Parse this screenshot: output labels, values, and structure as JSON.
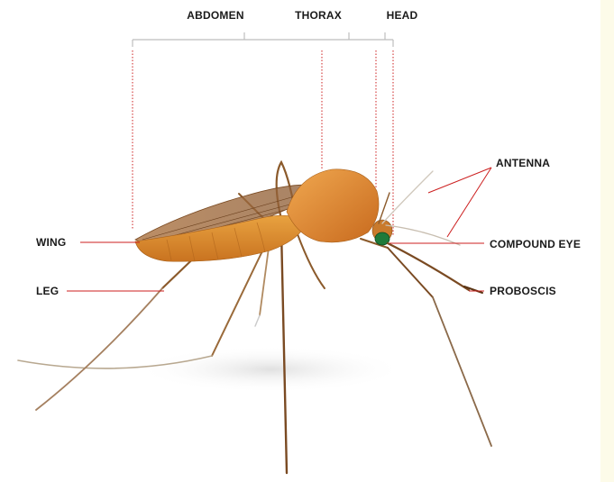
{
  "header_labels": {
    "abdomen": "ABDOMEN",
    "thorax": "THORAX",
    "head": "HEAD"
  },
  "callouts": {
    "wing": "WING",
    "leg": "LEG",
    "antenna": "ANTENNA",
    "compound_eye": "COMPOUND EYE",
    "proboscis": "PROBOSCIS"
  },
  "colors": {
    "leader_line": "#cc1f1f",
    "bracket": "#bdbdbd",
    "body_orange": "#d98a2b",
    "eye_green": "#1f7a3a",
    "side_strip": "#fdfbe9"
  }
}
